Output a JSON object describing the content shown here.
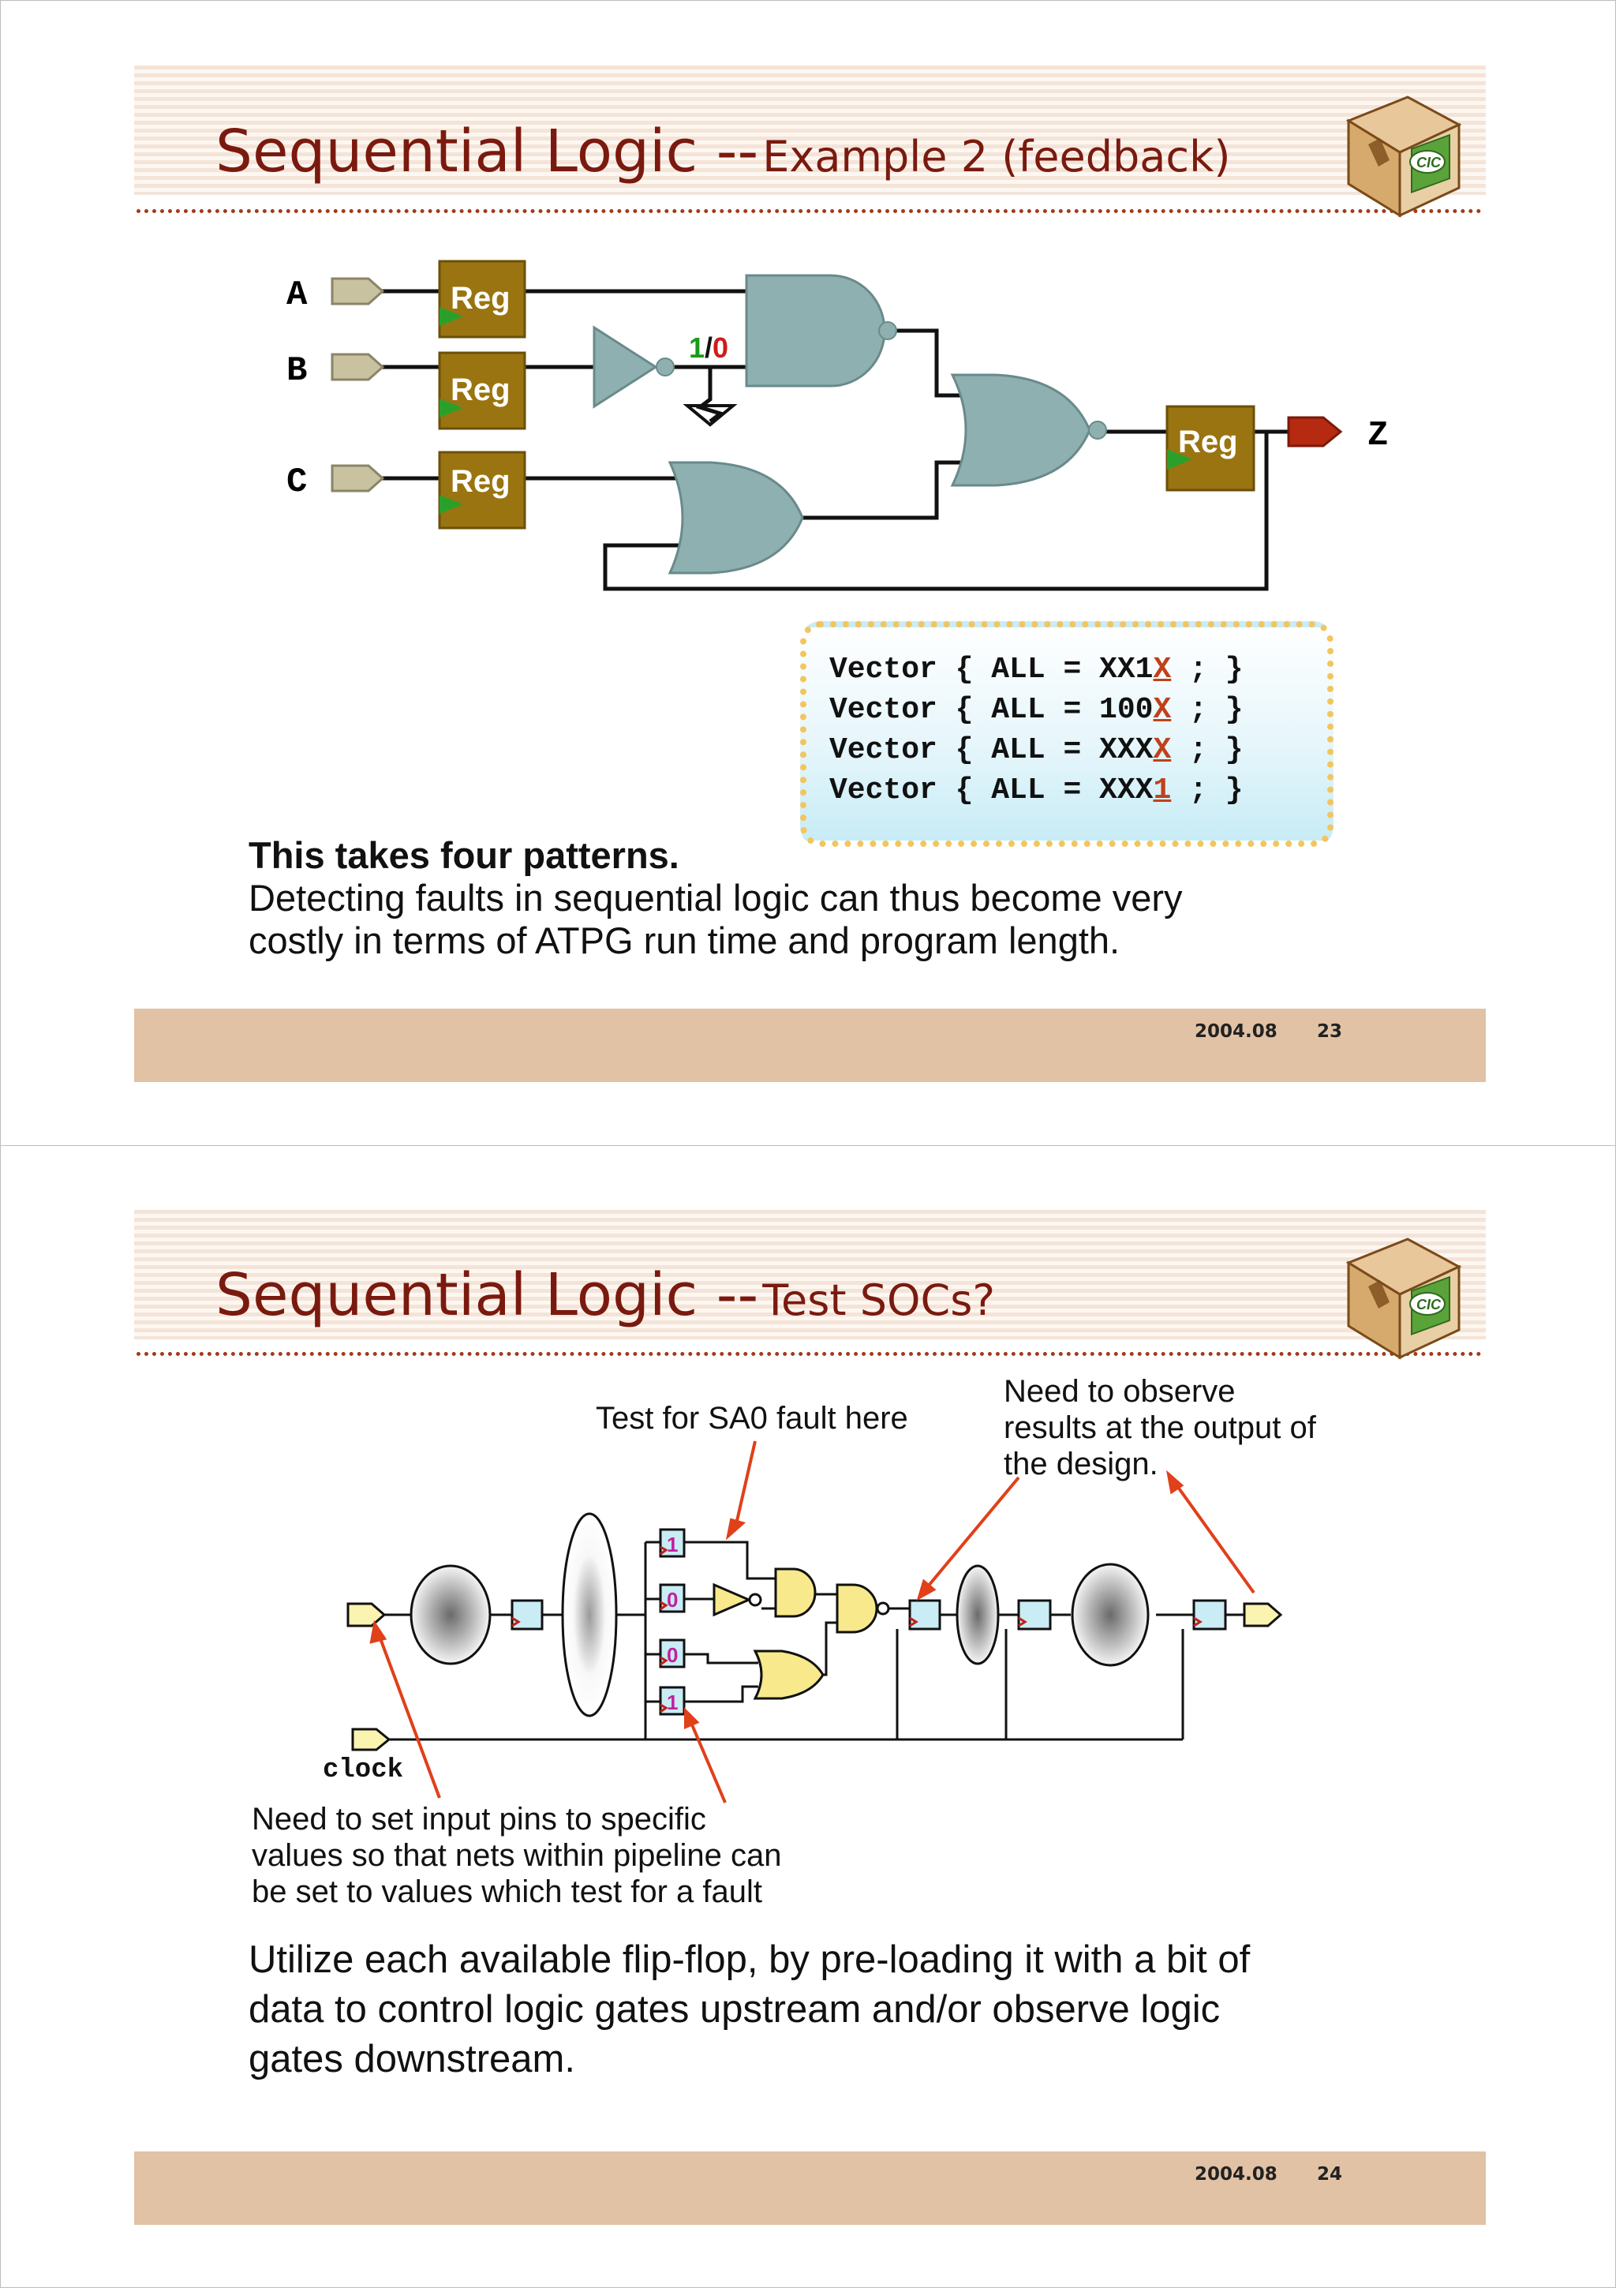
{
  "slide1": {
    "title_main": "Sequential Logic --",
    "title_sub": "Example 2 (feedback)",
    "inputs": [
      "A",
      "B",
      "C"
    ],
    "output": "Z",
    "reg_label": "Reg",
    "fault_one": "1",
    "fault_slash": "/",
    "fault_zero": "0",
    "vectors": [
      {
        "pre": "Vector { ALL = XX1",
        "hl": "X",
        "post": " ; }"
      },
      {
        "pre": "Vector { ALL = 100",
        "hl": "X",
        "post": " ; }"
      },
      {
        "pre": "Vector { ALL = XXX",
        "hl": "X",
        "post": " ; }"
      },
      {
        "pre": "Vector { ALL = XXX",
        "hl": "1",
        "post": " ; }"
      }
    ],
    "bold_text": "This takes four patterns.",
    "body_line1": "Detecting faults in sequential logic can thus become very",
    "body_line2": "costly in terms of ATPG run time and program length.",
    "footer_date": "2004.08",
    "footer_page": "23"
  },
  "slide2": {
    "title_main": "Sequential Logic --",
    "title_sub": "Test SOCs?",
    "annot_sa0": "Test for SA0 fault here",
    "annot_observe": [
      "Need to observe",
      "results at the output of",
      "the design."
    ],
    "annot_input": [
      "Need to set input pins to specific",
      "values so that nets within pipeline can",
      "be set to values which test for a fault"
    ],
    "clock_label": "clock",
    "ff_values": [
      "1",
      "0",
      "0",
      "1"
    ],
    "body_lines": [
      "Utilize each available flip-flop, by pre-loading it with a bit of",
      "data to control logic gates upstream and/or observe logic",
      "gates downstream."
    ],
    "footer_date": "2004.08",
    "footer_page": "24"
  },
  "logo_text": "CIC",
  "colors": {
    "title": "#7a1a0f",
    "reg": "#9a7410",
    "gate": "#8fb0b0",
    "footer": "#e1c2a4",
    "arrow": "#e0401a",
    "ff": "#c9ecf5",
    "gate2": "#f7e98c"
  }
}
